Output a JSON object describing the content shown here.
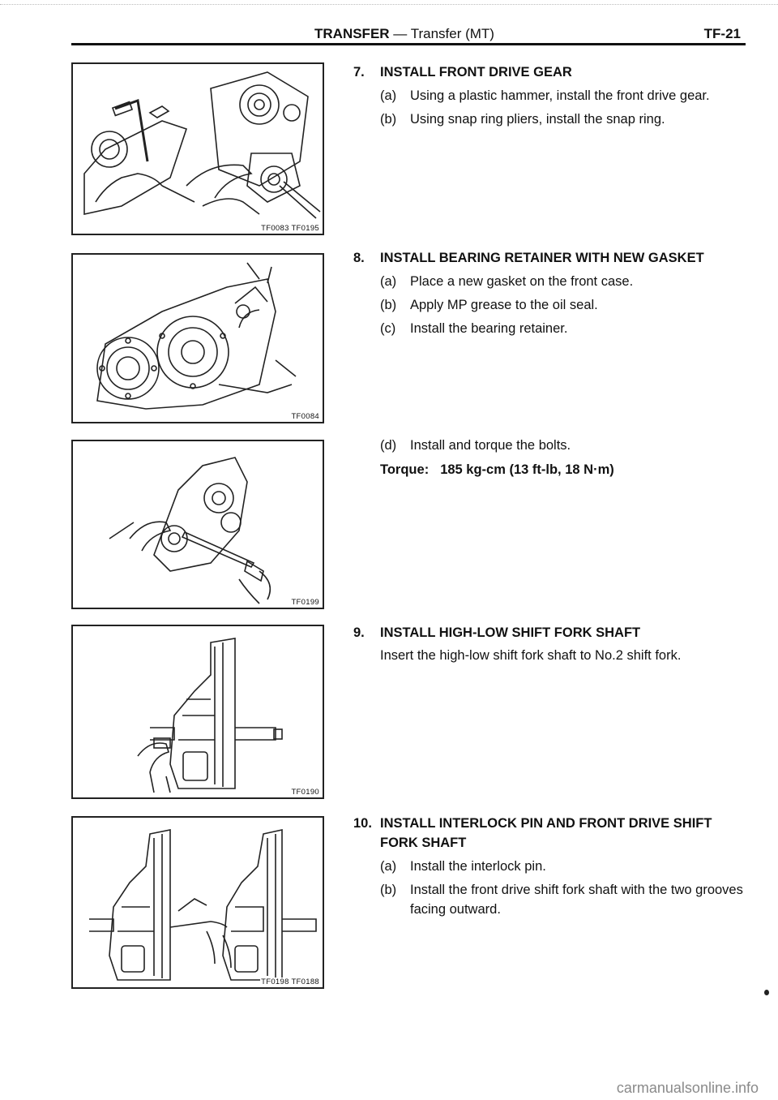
{
  "header": {
    "title_bold": "TRANSFER",
    "title_rest": " — Transfer (MT)",
    "page": "TF-21"
  },
  "figures": [
    {
      "code": "TF0083 TF0195"
    },
    {
      "code": "TF0084"
    },
    {
      "code": "TF0199"
    },
    {
      "code": "TF0190"
    },
    {
      "code": "TF0198 TF0188"
    }
  ],
  "steps": {
    "s7": {
      "num": "7.",
      "title": "INSTALL FRONT DRIVE GEAR",
      "a_lbl": "(a)",
      "a": "Using a plastic hammer, install the front drive gear.",
      "b_lbl": "(b)",
      "b": "Using snap ring pliers, install the snap ring."
    },
    "s8": {
      "num": "8.",
      "title": "INSTALL BEARING RETAINER WITH NEW GASKET",
      "a_lbl": "(a)",
      "a": "Place a new gasket on the front case.",
      "b_lbl": "(b)",
      "b": "Apply MP grease to the oil seal.",
      "c_lbl": "(c)",
      "c": "Install the bearing retainer.",
      "d_lbl": "(d)",
      "d": "Install and torque the bolts.",
      "torque_label": "Torque:",
      "torque_value": "185 kg-cm (13 ft-lb, 18 N·m)"
    },
    "s9": {
      "num": "9.",
      "title": "INSTALL HIGH-LOW SHIFT FORK SHAFT",
      "text": "Insert the high-low shift fork shaft to No.2 shift fork."
    },
    "s10": {
      "num": "10.",
      "title": "INSTALL INTERLOCK PIN AND FRONT DRIVE SHIFT FORK SHAFT",
      "a_lbl": "(a)",
      "a": "Install the interlock pin.",
      "b_lbl": "(b)",
      "b": "Install the front drive shift fork shaft with the two grooves facing outward."
    }
  },
  "watermark": "carmanualsonline.info"
}
